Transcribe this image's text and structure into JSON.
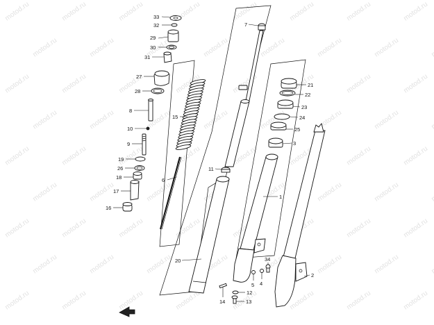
{
  "diagram": {
    "callouts": [
      {
        "id": "c33",
        "text": "33"
      },
      {
        "id": "c32",
        "text": "32"
      },
      {
        "id": "c29",
        "text": "29"
      },
      {
        "id": "c30",
        "text": "30"
      },
      {
        "id": "c31",
        "text": "31"
      },
      {
        "id": "c27",
        "text": "27"
      },
      {
        "id": "c28",
        "text": "28"
      },
      {
        "id": "c8",
        "text": "8"
      },
      {
        "id": "c10",
        "text": "10"
      },
      {
        "id": "c9",
        "text": "9"
      },
      {
        "id": "c19",
        "text": "19"
      },
      {
        "id": "c26",
        "text": "26"
      },
      {
        "id": "c18",
        "text": "18"
      },
      {
        "id": "c17",
        "text": "17"
      },
      {
        "id": "c16",
        "text": "16"
      },
      {
        "id": "c15",
        "text": "15"
      },
      {
        "id": "c6",
        "text": "6"
      },
      {
        "id": "c7",
        "text": "7"
      },
      {
        "id": "c11",
        "text": "11"
      },
      {
        "id": "c20",
        "text": "20"
      },
      {
        "id": "c21",
        "text": "21"
      },
      {
        "id": "c22",
        "text": "22"
      },
      {
        "id": "c23",
        "text": "23"
      },
      {
        "id": "c24",
        "text": "24"
      },
      {
        "id": "c25",
        "text": "25"
      },
      {
        "id": "c3",
        "text": "3"
      },
      {
        "id": "c1",
        "text": "1"
      },
      {
        "id": "c2",
        "text": "2"
      },
      {
        "id": "c34",
        "text": "34"
      },
      {
        "id": "c4",
        "text": "4"
      },
      {
        "id": "c5",
        "text": "5"
      },
      {
        "id": "c12",
        "text": "12"
      },
      {
        "id": "c13",
        "text": "13"
      },
      {
        "id": "c14",
        "text": "14"
      }
    ],
    "watermark": "motod.ru"
  }
}
